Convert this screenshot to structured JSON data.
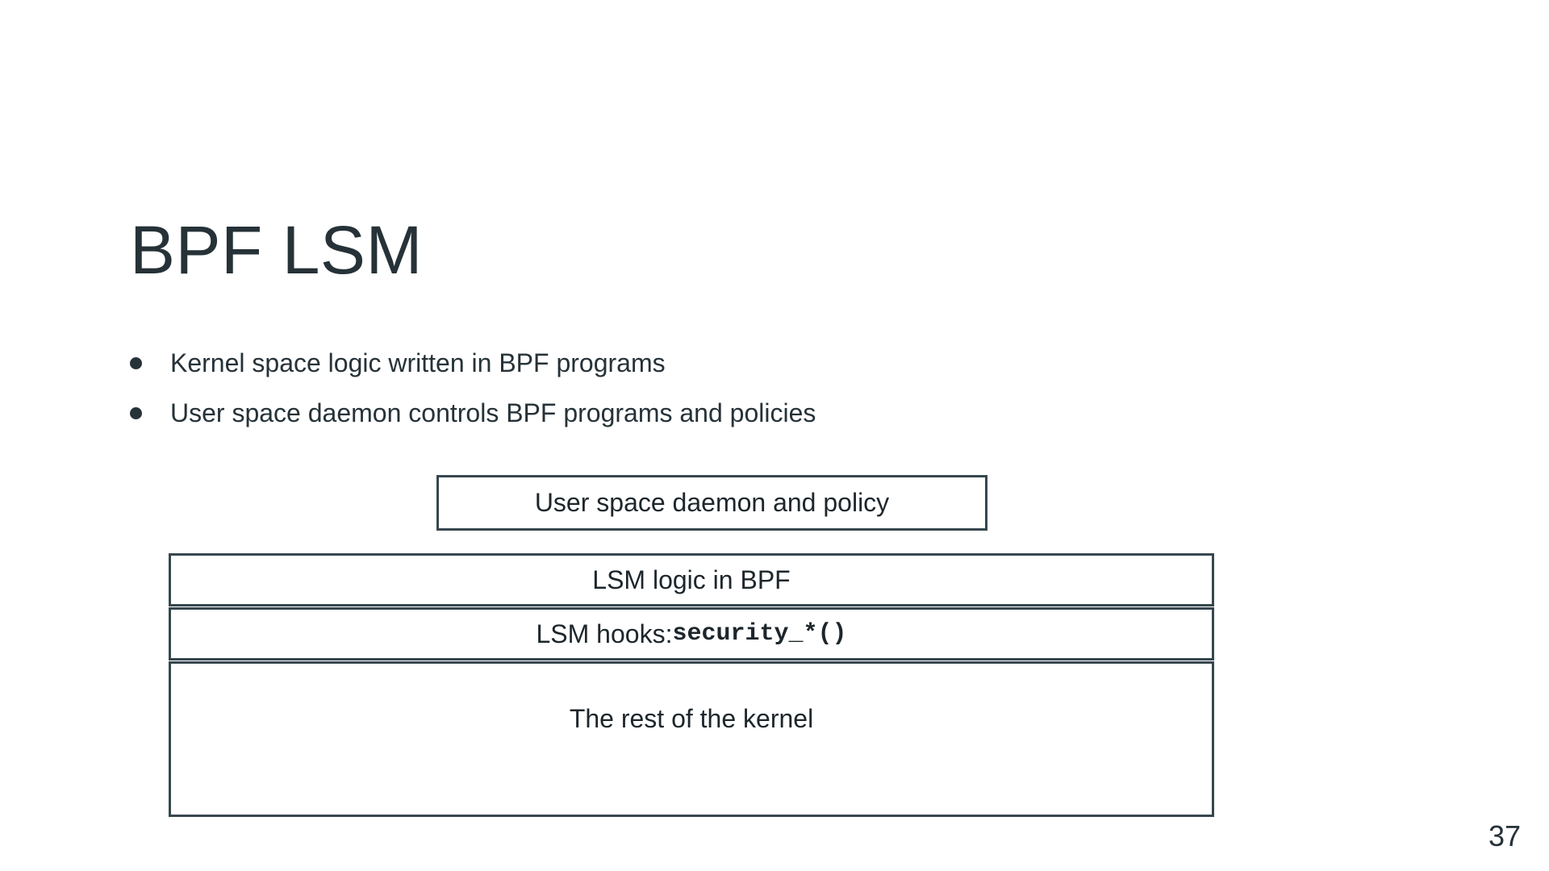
{
  "slide": {
    "title": "BPF LSM",
    "page_number": "37"
  },
  "bullets": [
    {
      "text": "Kernel space logic written in BPF programs"
    },
    {
      "text": "User space daemon controls BPF programs and policies"
    }
  ],
  "diagram": {
    "user_space_box_label": "User space daemon and policy",
    "rows": [
      {
        "text": "LSM logic in BPF"
      },
      {
        "prefix": "LSM hooks: ",
        "code": "security_*()"
      },
      {
        "text": "The rest of the kernel"
      }
    ]
  },
  "colors": {
    "text_dark": "#263238",
    "box_border": "#37474F",
    "background": "#ffffff"
  }
}
